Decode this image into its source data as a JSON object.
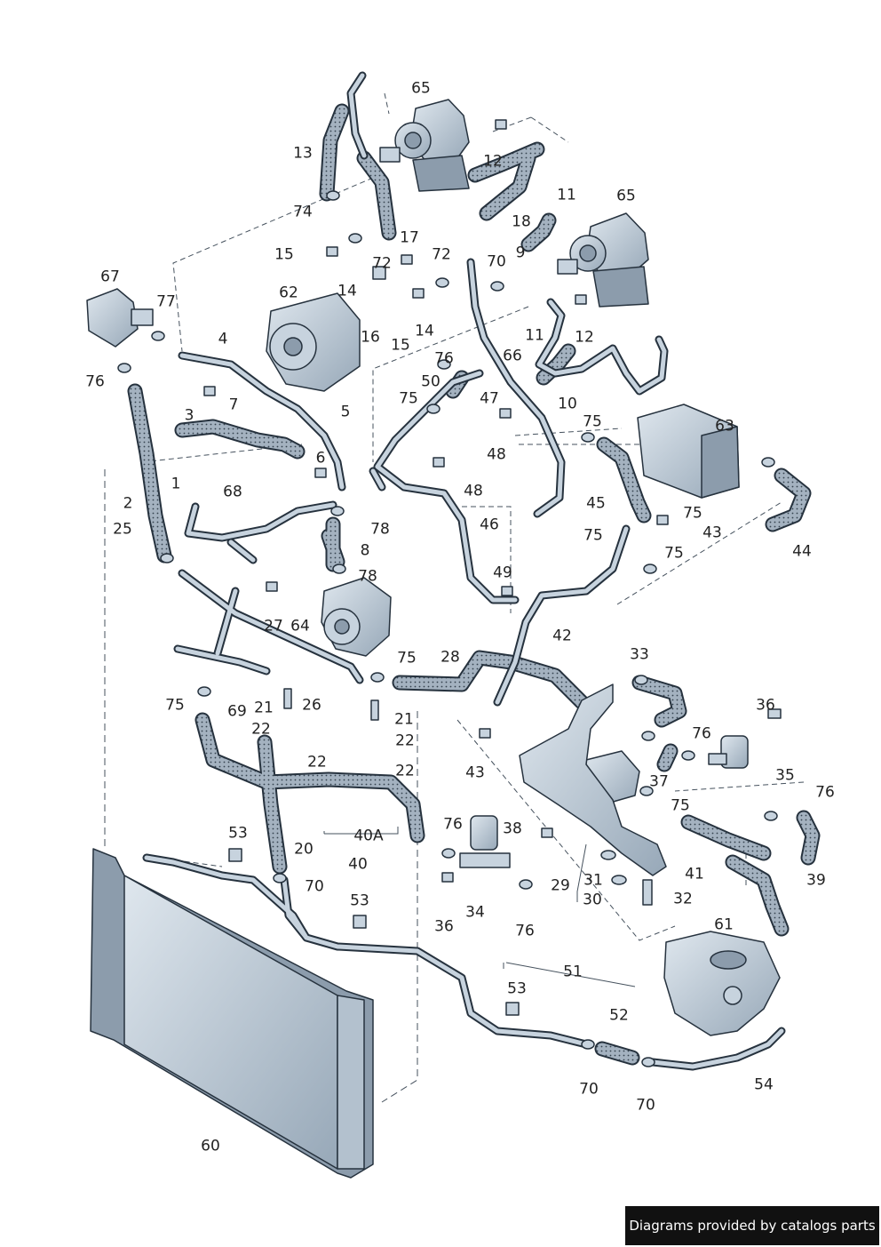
{
  "colors": {
    "hose_fill": "#a7b4c2",
    "hose_outline": "#26323e",
    "part_fill": "#c7d3de",
    "part_shadow": "#8c9cac",
    "leader": "#46525e",
    "label": "#222222",
    "credit_bg": "#111111",
    "credit_text": "#ffffff"
  },
  "labels": [
    "65",
    "13",
    "12",
    "11",
    "18",
    "74",
    "65",
    "9",
    "17",
    "15",
    "72",
    "72",
    "70",
    "14",
    "62",
    "67",
    "77",
    "14",
    "15",
    "11",
    "12",
    "16",
    "4",
    "76",
    "50",
    "66",
    "76",
    "5",
    "7",
    "3",
    "75",
    "47",
    "10",
    "63",
    "75",
    "1",
    "6",
    "48",
    "48",
    "45",
    "2",
    "68",
    "78",
    "25",
    "75",
    "8",
    "78",
    "46",
    "43",
    "75",
    "75",
    "44",
    "49",
    "27",
    "64",
    "42",
    "28",
    "75",
    "33",
    "75",
    "69",
    "26",
    "21",
    "21",
    "36",
    "22",
    "22",
    "76",
    "22",
    "22",
    "35",
    "37",
    "76",
    "43",
    "75",
    "40A",
    "76",
    "38",
    "20",
    "40",
    "53",
    "31",
    "70",
    "29",
    "41",
    "39",
    "34",
    "53",
    "36",
    "76",
    "30",
    "32",
    "61",
    "51",
    "53",
    "52",
    "60",
    "70",
    "70",
    "54"
  ],
  "credit": "Diagrams provided by catalogs parts"
}
